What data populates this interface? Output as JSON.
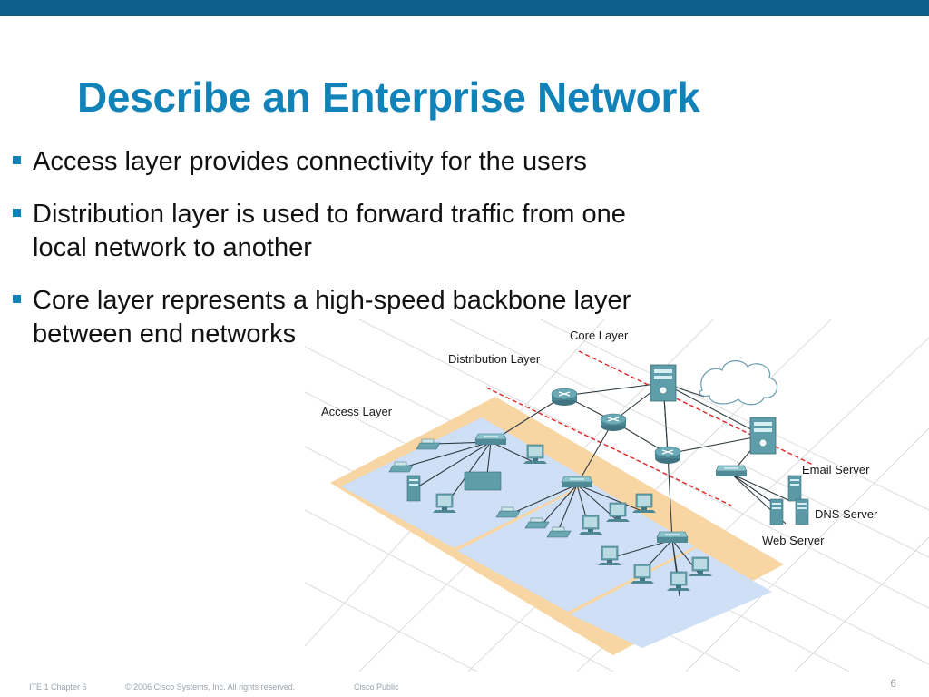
{
  "slide": {
    "title": "Describe an Enterprise Network",
    "bullets": [
      "Access layer provides connectivity for the users",
      "Distribution layer is used to forward traffic from one\nlocal network to another",
      "Core layer represents a high-speed backbone layer\nbetween end networks"
    ]
  },
  "diagram": {
    "labels": {
      "core": "Core Layer",
      "distribution": "Distribution Layer",
      "access": "Access Layer",
      "email": "Email Server",
      "dns": "DNS Server",
      "web": "Web Server"
    }
  },
  "footer": {
    "course": "ITE 1 Chapter 6",
    "copyright": "© 2006 Cisco Systems, Inc. All rights reserved.",
    "classification": "Cisco Public",
    "page": "6"
  },
  "colors": {
    "topbar": "#0d5f8a",
    "title": "#1183b9",
    "bullet": "#1183b9",
    "accessBand": "#f8d6a4",
    "lanZone": "#cfdff5",
    "device": "#5f9eab",
    "redLink": "#e02424"
  }
}
